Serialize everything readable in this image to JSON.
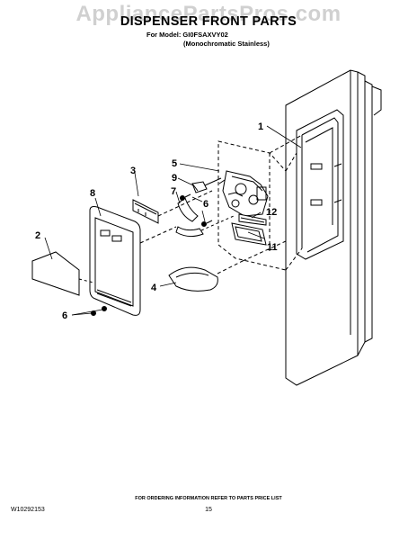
{
  "watermark": "AppliancePartsPros.com",
  "header": {
    "title": "DISPENSER FRONT PARTS",
    "model_line": "For Model: GI0FSAXVY02",
    "finish_line": "(Monochromatic Stainless)"
  },
  "callouts": [
    "1",
    "2",
    "3",
    "4",
    "5",
    "6",
    "6",
    "7",
    "8",
    "9",
    "11",
    "12"
  ],
  "footer": {
    "ordering_note": "FOR ORDERING INFORMATION REFER TO PARTS PRICE LIST",
    "document_number": "W10292153",
    "page_number": "15"
  }
}
